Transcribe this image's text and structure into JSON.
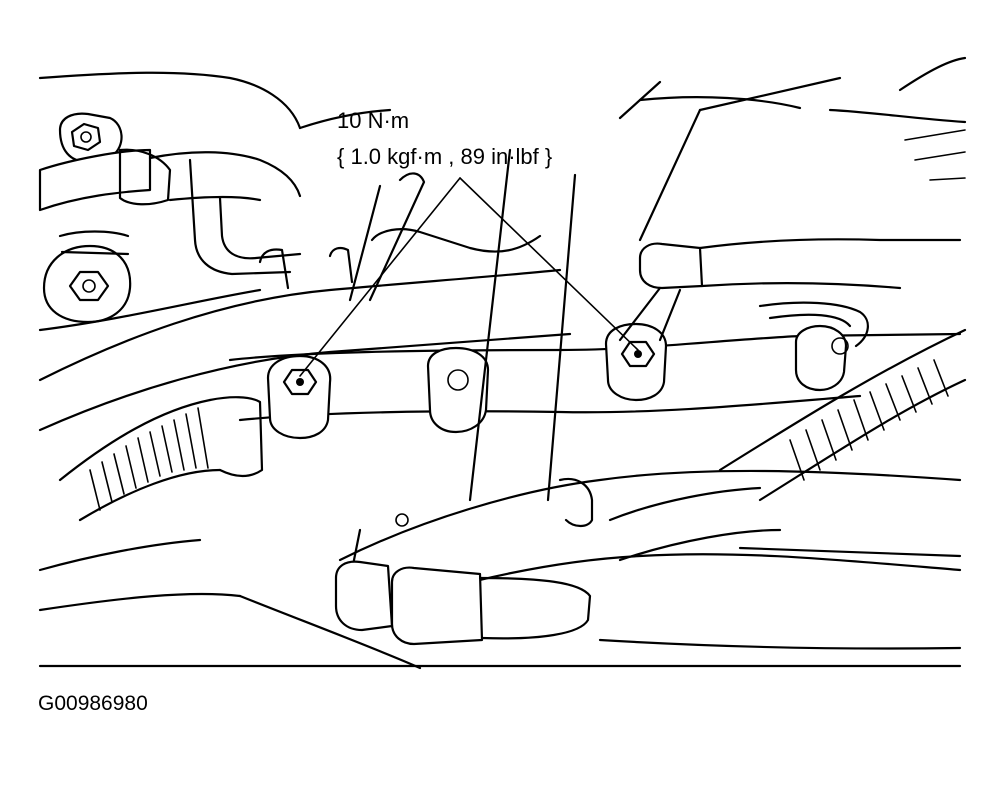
{
  "figure": {
    "torque_spec": "10 N·m",
    "torque_spec_alt": "{ 1.0 kgf·m , 89 in·lbf }",
    "figure_id": "G00986980"
  },
  "icons": {
    "bolt": "hex-bolt-icon",
    "leader": "leader-line"
  },
  "colors": {
    "ink": "#000000",
    "paper": "#ffffff"
  }
}
